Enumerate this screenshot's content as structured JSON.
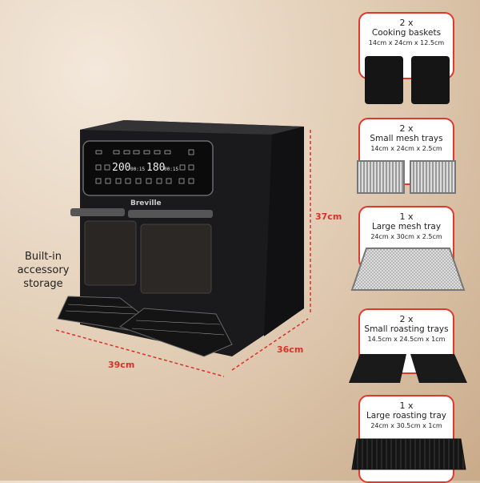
{
  "brand": "Breville",
  "display": {
    "left_temp": "200",
    "left_time": "00:15",
    "right_temp": "180",
    "right_time": "00:15"
  },
  "side_label": "Built-in accessory storage",
  "dimensions": {
    "height": "37cm",
    "depth": "36cm",
    "width": "39cm"
  },
  "accessories": [
    {
      "qty": "2 x",
      "name": "Cooking baskets",
      "dims": "14cm x 24cm x 12.5cm"
    },
    {
      "qty": "2 x",
      "name": "Small mesh trays",
      "dims": "14cm x 24cm x 2.5cm"
    },
    {
      "qty": "1 x",
      "name": "Large mesh tray",
      "dims": "24cm x 30cm x 2.5cm"
    },
    {
      "qty": "2 x",
      "name": "Small roasting trays",
      "dims": "14.5cm x 24.5cm x 1cm"
    },
    {
      "qty": "1 x",
      "name": "Large roasting tray",
      "dims": "24cm x 30.5cm x 1cm"
    }
  ],
  "colors": {
    "accent": "#e2372b",
    "appliance": "#1c1c1e"
  }
}
